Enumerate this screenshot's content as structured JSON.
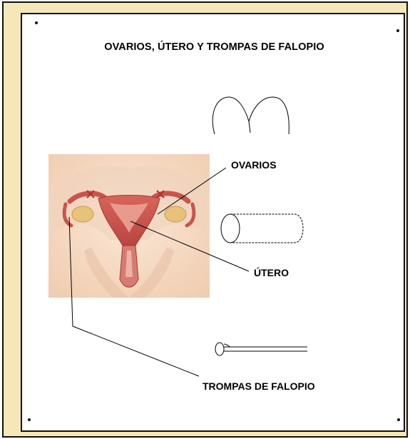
{
  "diagram": {
    "title": "OVARIOS, ÚTERO Y TROMPAS DE FALOPIO",
    "labels": {
      "ovaries": "OVARIOS",
      "uterus": "ÚTERO",
      "fallopian_tubes": "TROMPAS DE FALOPIO"
    }
  },
  "colors": {
    "frame": "#f5e7b8",
    "board": "#ffffff",
    "photo_background": "#f8ddc8",
    "uterus": "#c9544e",
    "ovary": "#e9c27a"
  },
  "icons": [
    "anatomy-illustration",
    "outline-heart-shape-icon",
    "outline-cylinder-shape-icon",
    "outline-tube-shape-icon"
  ]
}
